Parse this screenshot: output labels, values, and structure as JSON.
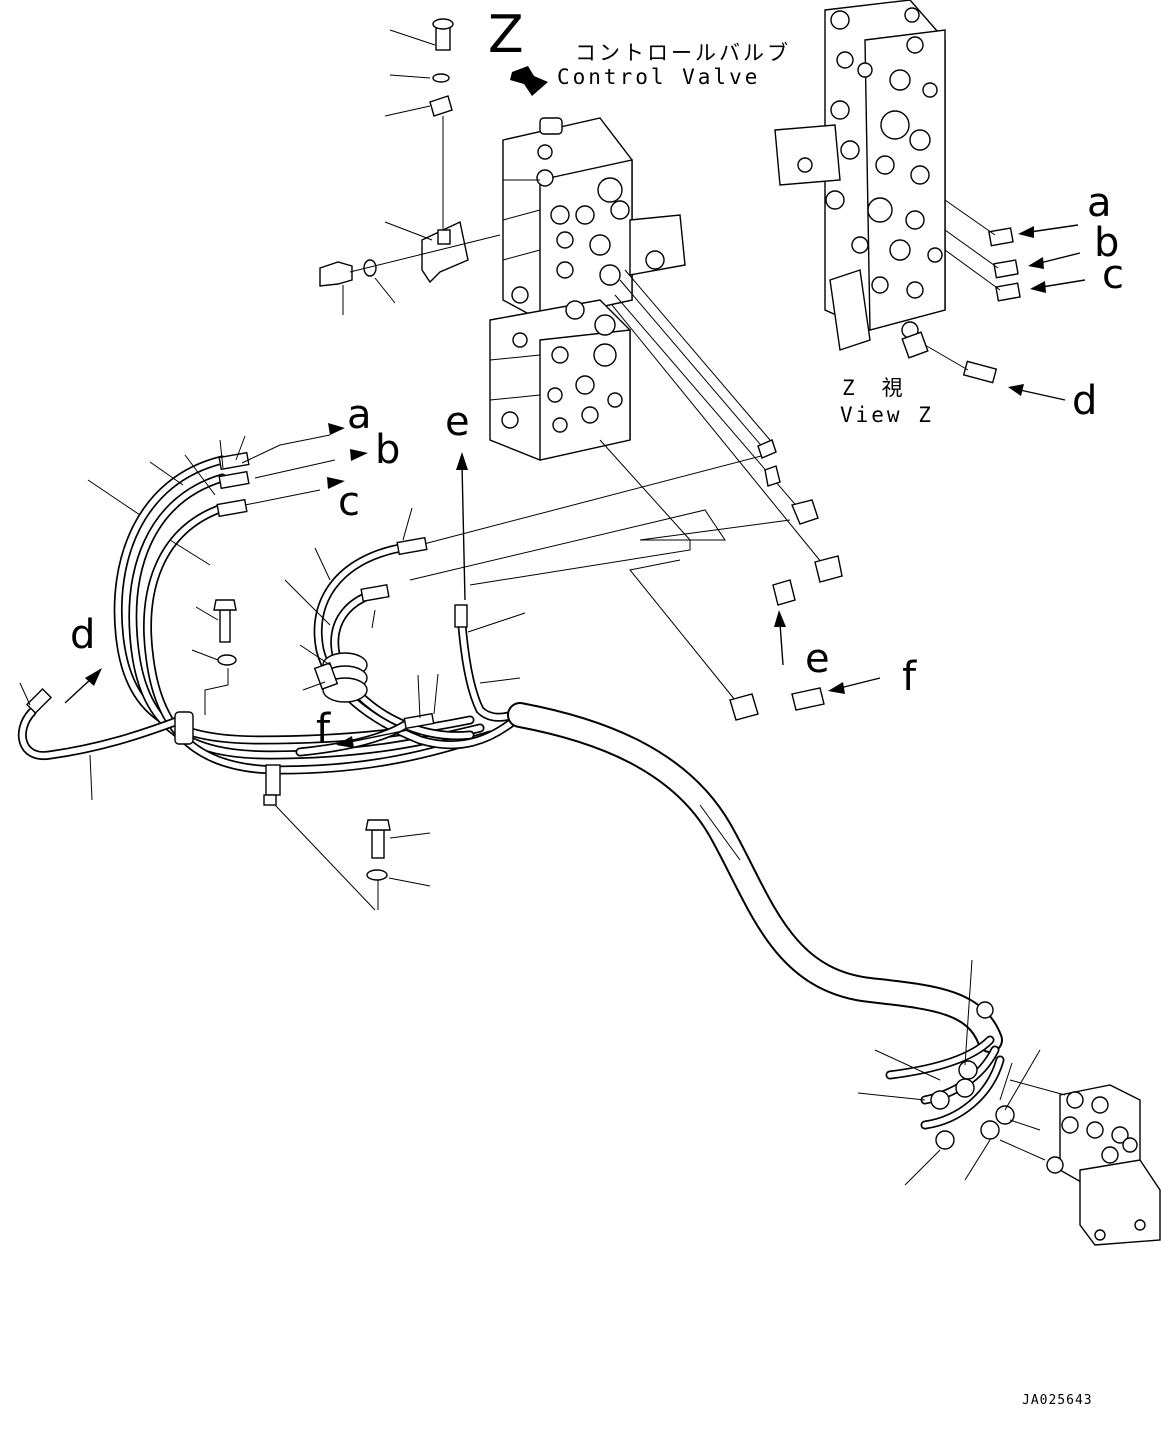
{
  "diagram": {
    "view_marker": "Z",
    "control_valve_jp": "コントロールバルブ",
    "control_valve_en": "Control Valve",
    "view_z_jp": "Z　視",
    "view_z_en": "View Z",
    "connection_labels": [
      "a",
      "b",
      "c",
      "d",
      "e",
      "f"
    ],
    "drawing_code": "JA025643"
  }
}
